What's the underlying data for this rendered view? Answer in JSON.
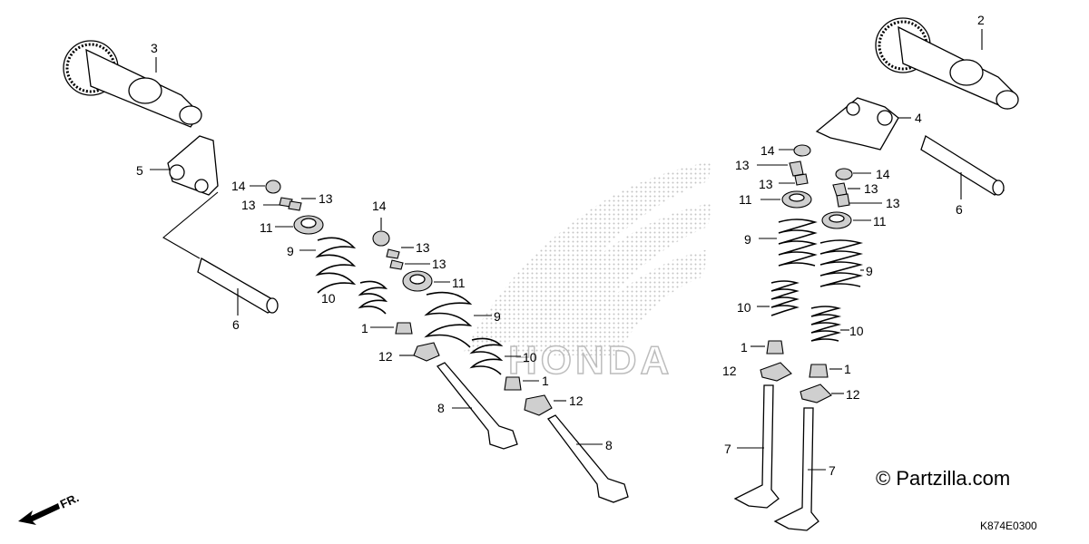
{
  "diagram": {
    "code": "K874E0300",
    "brand": "© Partzilla.com",
    "front_marker": "FR.",
    "watermark_text": "HONDA",
    "part_numbers": {
      "p1": "1",
      "p2": "2",
      "p3": "3",
      "p4": "4",
      "p5": "5",
      "p6": "6",
      "p7": "7",
      "p8": "8",
      "p9": "9",
      "p10": "10",
      "p11": "11",
      "p12": "12",
      "p13": "13",
      "p14": "14"
    }
  },
  "colors": {
    "line": "#000000",
    "watermark": "#bdbdbd",
    "fine": "#999999"
  }
}
